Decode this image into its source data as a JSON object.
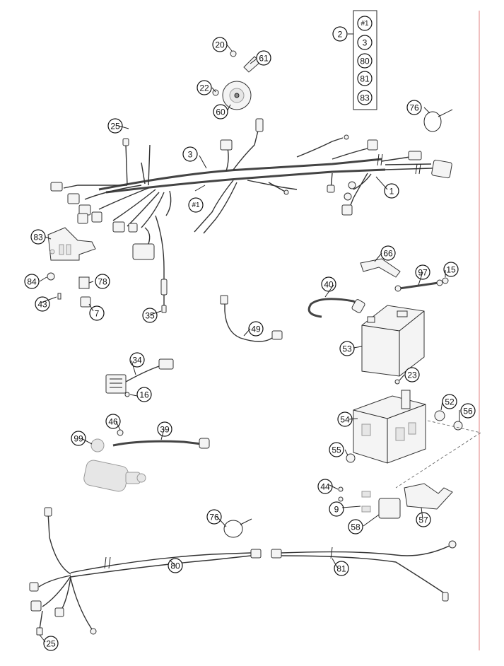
{
  "callouts": [
    {
      "id": "1",
      "label": "1"
    },
    {
      "id": "2",
      "label": "2"
    },
    {
      "id": "3",
      "label": "3"
    },
    {
      "id": "#1",
      "label": "#1"
    },
    {
      "id": "7",
      "label": "7"
    },
    {
      "id": "9",
      "label": "9"
    },
    {
      "id": "15",
      "label": "15"
    },
    {
      "id": "16",
      "label": "16"
    },
    {
      "id": "20",
      "label": "20"
    },
    {
      "id": "22",
      "label": "22"
    },
    {
      "id": "23",
      "label": "23"
    },
    {
      "id": "25",
      "label": "25"
    },
    {
      "id": "34",
      "label": "34"
    },
    {
      "id": "35",
      "label": "35"
    },
    {
      "id": "39",
      "label": "39"
    },
    {
      "id": "40",
      "label": "40"
    },
    {
      "id": "43",
      "label": "43"
    },
    {
      "id": "44",
      "label": "44"
    },
    {
      "id": "46",
      "label": "46"
    },
    {
      "id": "49",
      "label": "49"
    },
    {
      "id": "52",
      "label": "52"
    },
    {
      "id": "53",
      "label": "53"
    },
    {
      "id": "54",
      "label": "54"
    },
    {
      "id": "55",
      "label": "55"
    },
    {
      "id": "56",
      "label": "56"
    },
    {
      "id": "57",
      "label": "57"
    },
    {
      "id": "58",
      "label": "58"
    },
    {
      "id": "60",
      "label": "60"
    },
    {
      "id": "61",
      "label": "61"
    },
    {
      "id": "66",
      "label": "66"
    },
    {
      "id": "76",
      "label": "76"
    },
    {
      "id": "78",
      "label": "78"
    },
    {
      "id": "80",
      "label": "80"
    },
    {
      "id": "81",
      "label": "81"
    },
    {
      "id": "83",
      "label": "83"
    },
    {
      "id": "84",
      "label": "84"
    },
    {
      "id": "97",
      "label": "97"
    },
    {
      "id": "99",
      "label": "99"
    }
  ],
  "set_box": {
    "label": "2",
    "items": [
      "#1",
      "3",
      "80",
      "81",
      "83"
    ]
  },
  "colors": {
    "line": "#222222",
    "accent_border": "#e08080",
    "background": "#ffffff"
  }
}
